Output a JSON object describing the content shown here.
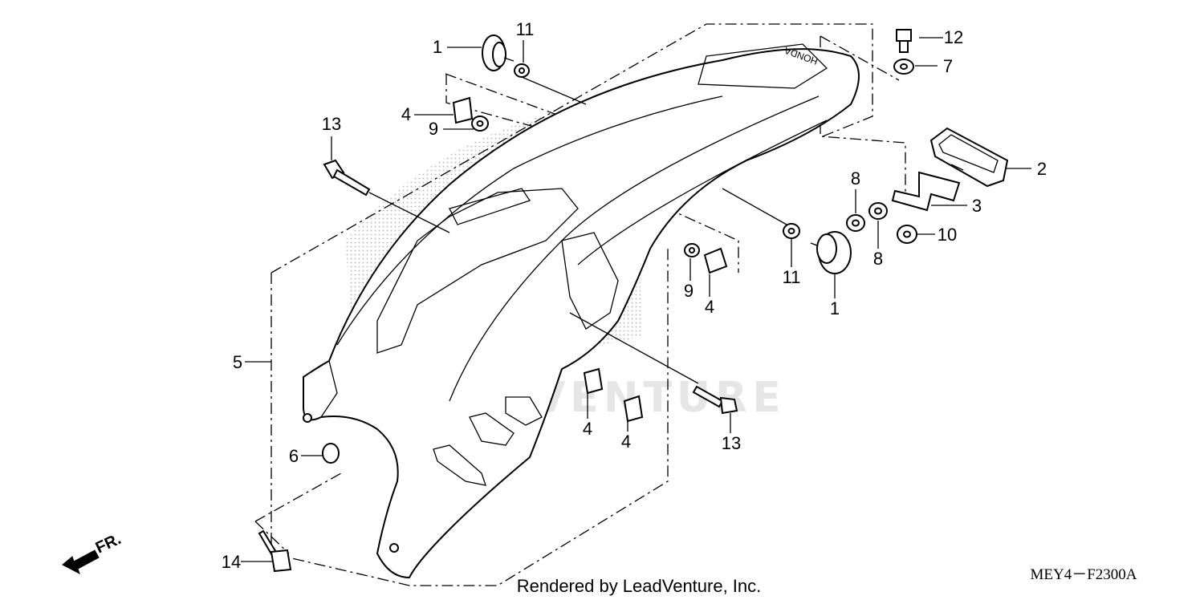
{
  "callouts": {
    "c1a": "1",
    "c11a": "11",
    "c12": "12",
    "c7": "7",
    "c4a": "4",
    "c9a": "9",
    "c13a": "13",
    "c2": "2",
    "c8a": "8",
    "c3": "3",
    "c10": "10",
    "c8b": "8",
    "c9b": "9",
    "c4b": "4",
    "c11b": "11",
    "c1b": "1",
    "c5": "5",
    "c6": "6",
    "c4c": "4",
    "c4d": "4",
    "c13b": "13",
    "c14": "14"
  },
  "direction_label": "FR.",
  "fender_brand": "HONDA",
  "watermark": "LEADVENTURE",
  "footer": {
    "credit": "Rendered by LeadVenture, Inc.",
    "code": "MEY4－F2300A"
  }
}
